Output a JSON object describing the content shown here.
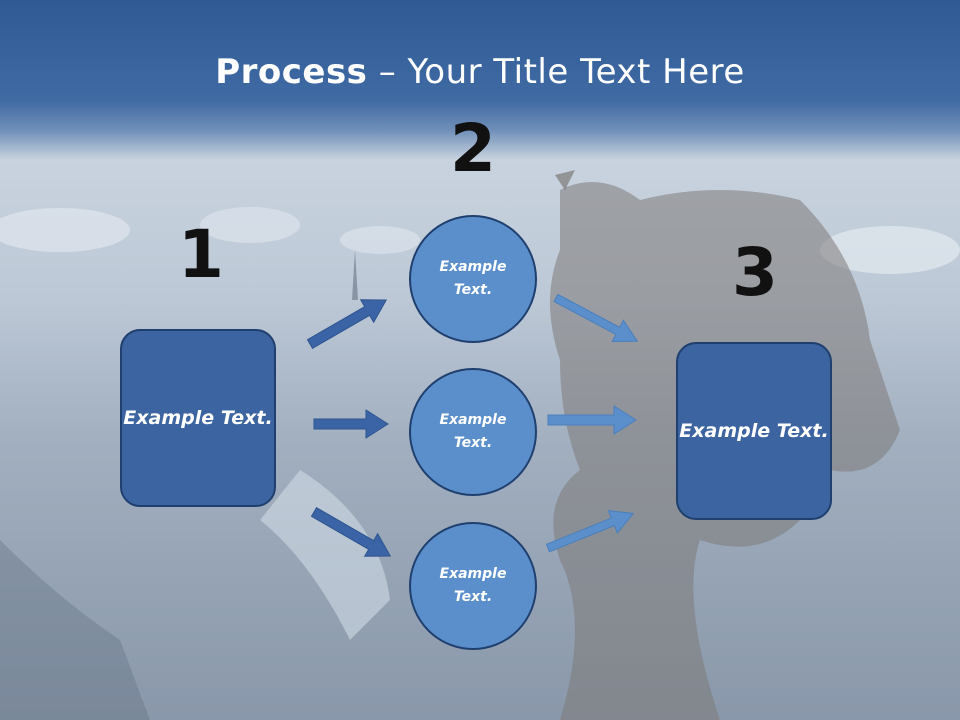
{
  "slide": {
    "title_bold": "Process",
    "title_rest": " – Your Title Text Here"
  },
  "steps": [
    {
      "number": "1"
    },
    {
      "number": "2"
    },
    {
      "number": "3"
    }
  ],
  "nodes": {
    "left_box": "Example Text.",
    "circle_top": "Example Text.",
    "circle_middle": "Example Text.",
    "circle_bottom": "Example Text.",
    "right_box": "Example Text."
  },
  "colors": {
    "box_fill": "#3c64a0",
    "circle_fill": "#5b8fcb",
    "arrow_dark": "#3a64a6",
    "arrow_light": "#5b8fcb",
    "title_bar": "#2f5a94"
  }
}
